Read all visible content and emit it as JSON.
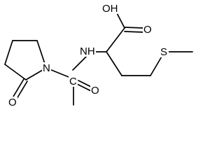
{
  "molecule": {
    "atoms": {
      "hydroxyl": "OH",
      "carboxyl_o": "O",
      "amine": "NH",
      "ring_n": "N",
      "ring_o": "O",
      "acyl_o": "O",
      "acyl_c": "C",
      "thioether_s": "S"
    }
  }
}
